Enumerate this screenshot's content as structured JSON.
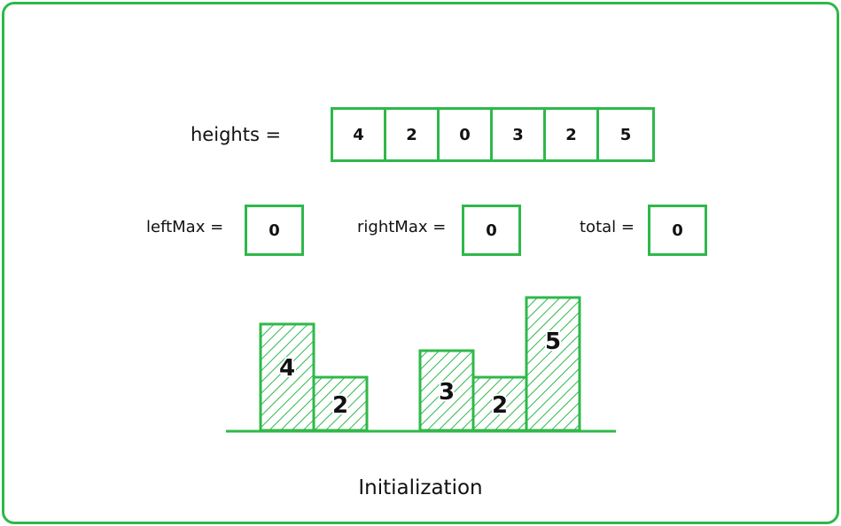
{
  "heights_label": "heights =",
  "heights": [
    4,
    2,
    0,
    3,
    2,
    5
  ],
  "variables": {
    "leftMax": {
      "label": "leftMax =",
      "value": "0"
    },
    "rightMax": {
      "label": "rightMax =",
      "value": "0"
    },
    "total": {
      "label": "total =",
      "value": "0"
    }
  },
  "caption": "Initialization",
  "colors": {
    "accent": "#2fb84a",
    "text": "#111111",
    "background": "#ffffff"
  }
}
